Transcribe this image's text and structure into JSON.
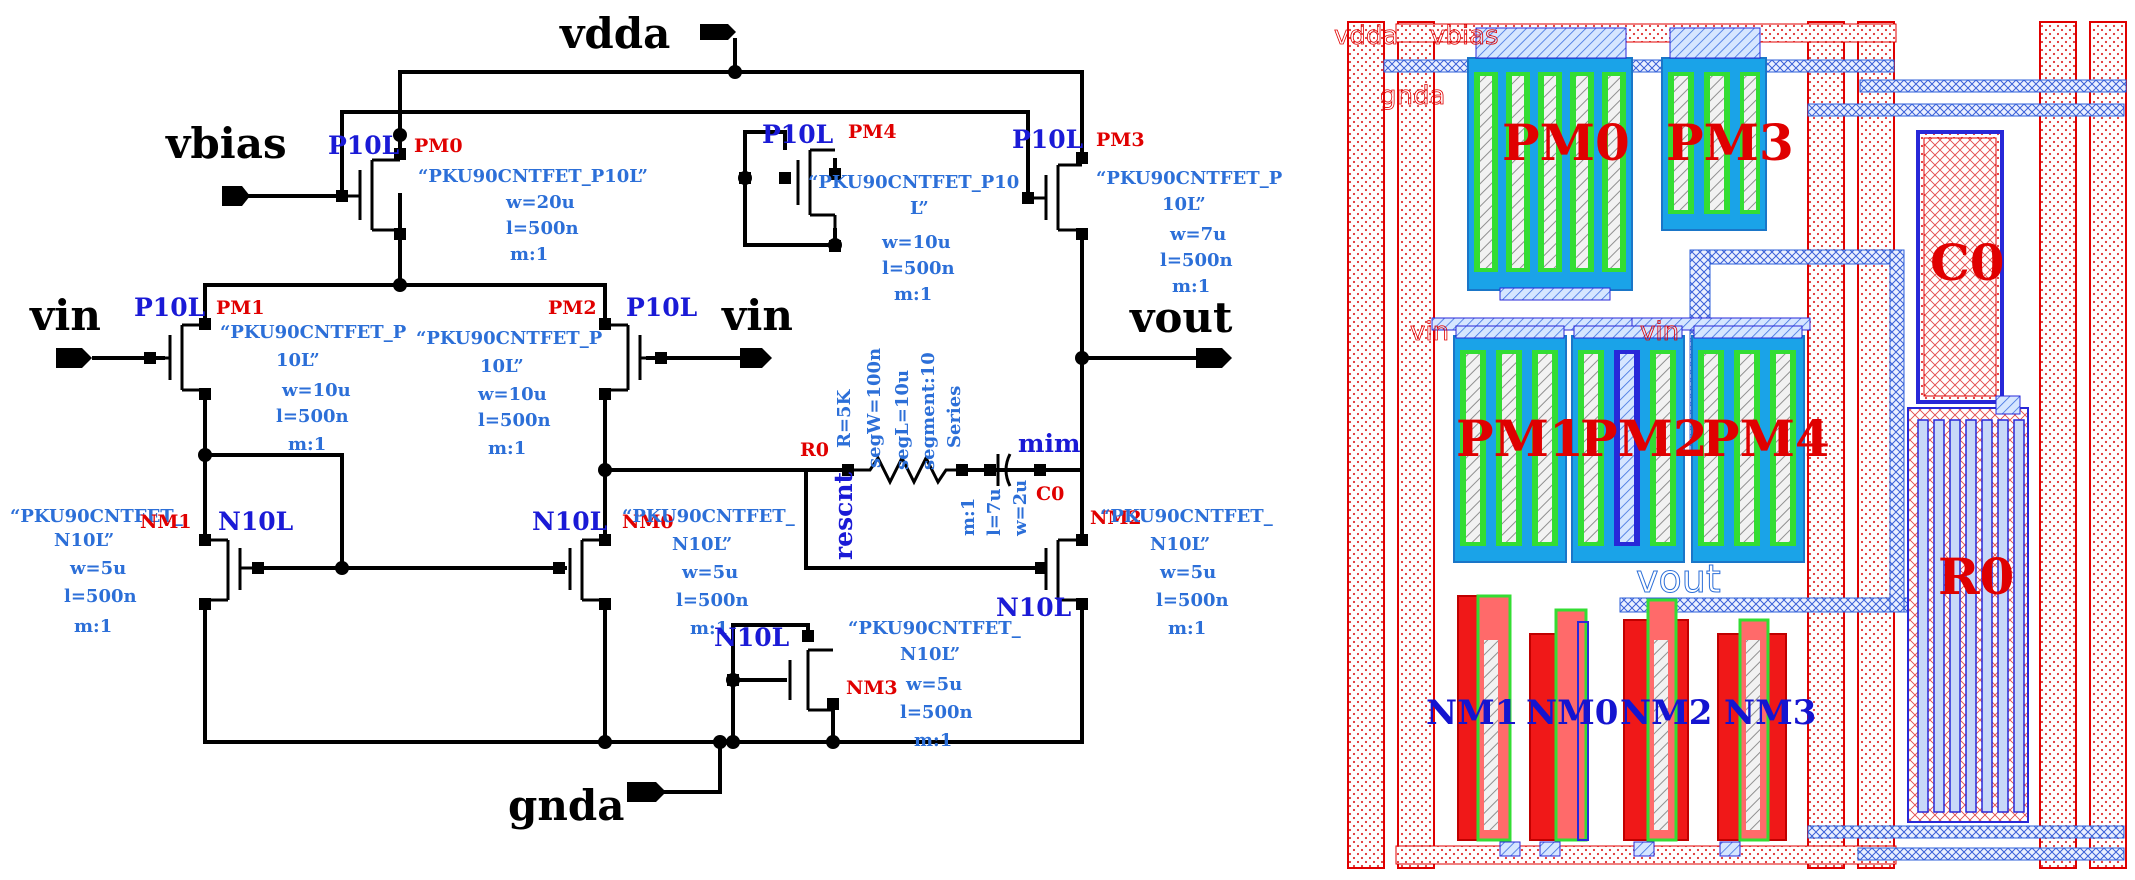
{
  "schematic": {
    "nets": {
      "vdda": "vdda",
      "vbias": "vbias",
      "vin_left": "vin",
      "vin_right": "vin",
      "vout": "vout",
      "gnda": "gnda",
      "rescnt": "rescnt"
    },
    "pm0": {
      "type": "P10L",
      "inst": "PM0",
      "p1": "“PKU90CNTFET_P10L”",
      "p2": "w=20u",
      "p3": "l=500n",
      "p4": "m:1"
    },
    "pm4": {
      "type": "P10L",
      "inst": "PM4",
      "p1": "“PKU90CNTFET_P10",
      "p2": "L”",
      "p3": "w=10u",
      "p4": "l=500n",
      "p5": "m:1"
    },
    "pm3": {
      "type": "P10L",
      "inst": "PM3",
      "p1": "“PKU90CNTFET_P",
      "p2": "10L”",
      "p3": "w=7u",
      "p4": "l=500n",
      "p5": "m:1"
    },
    "pm1": {
      "type": "P10L",
      "inst": "PM1",
      "p1": "“PKU90CNTFET_P",
      "p2": "10L”",
      "p3": "w=10u",
      "p4": "l=500n",
      "p5": "m:1"
    },
    "pm2": {
      "type": "P10L",
      "inst": "PM2",
      "p1": "“PKU90CNTFET_P",
      "p2": "10L”",
      "p3": "w=10u",
      "p4": "l=500n",
      "p5": "m:1"
    },
    "nm1": {
      "type": "N10L",
      "inst": "NM1",
      "p1": "“PKU90CNTFET_",
      "p2": "N10L”",
      "p3": "w=5u",
      "p4": "l=500n",
      "p5": "m:1"
    },
    "nm0": {
      "type": "N10L",
      "inst": "NM0",
      "p1": "“PKU90CNTFET_",
      "p2": "N10L”",
      "p3": "w=5u",
      "p4": "l=500n",
      "p5": "m:1"
    },
    "nm2": {
      "type": "N10L",
      "inst": "NM2",
      "p1": "“PKU90CNTFET_",
      "p2": "N10L”",
      "p3": "w=5u",
      "p4": "l=500n",
      "p5": "m:1"
    },
    "nm3": {
      "type": "N10L",
      "inst": "NM3",
      "p1": "“PKU90CNTFET_",
      "p2": "N10L”",
      "p3": "w=5u",
      "p4": "l=500n",
      "p5": "m:1"
    },
    "r0": {
      "inst": "R0",
      "p1": "R=5K",
      "p2": "segW=100n",
      "p3": "segL=10u",
      "p4": "segment:10",
      "p5": "Series"
    },
    "c0": {
      "type": "mim",
      "inst": "C0",
      "p1": "m:1",
      "p2": "l=7u",
      "p3": "w=2u"
    }
  },
  "layout": {
    "pin_text": {
      "vdda": "vdda",
      "vbias": "vbias",
      "gnda": "gnda",
      "vin1": "vin",
      "vin2": "vin",
      "vout": "vout"
    },
    "blocks": {
      "pm0": "PM0",
      "pm3": "PM3",
      "c0": "C0",
      "pm1": "PM1",
      "pm2": "PM2",
      "pm4": "PM4",
      "r0": "R0",
      "nm1": "NM1",
      "nm0": "NM0",
      "nm2": "NM2",
      "nm3": "NM3"
    }
  },
  "colors": {
    "wire": "#000000",
    "device_type": "#1a1ad6",
    "instance_name": "#e00000",
    "parameters": "#2c6fd8",
    "pmos_body": "#1aa3e8",
    "nmos_body": "#f01818",
    "poly": "#33dd33",
    "metal1": "#2828d8",
    "metal2_hatch": "#5a8fe8",
    "well": "#ff6a6a"
  }
}
